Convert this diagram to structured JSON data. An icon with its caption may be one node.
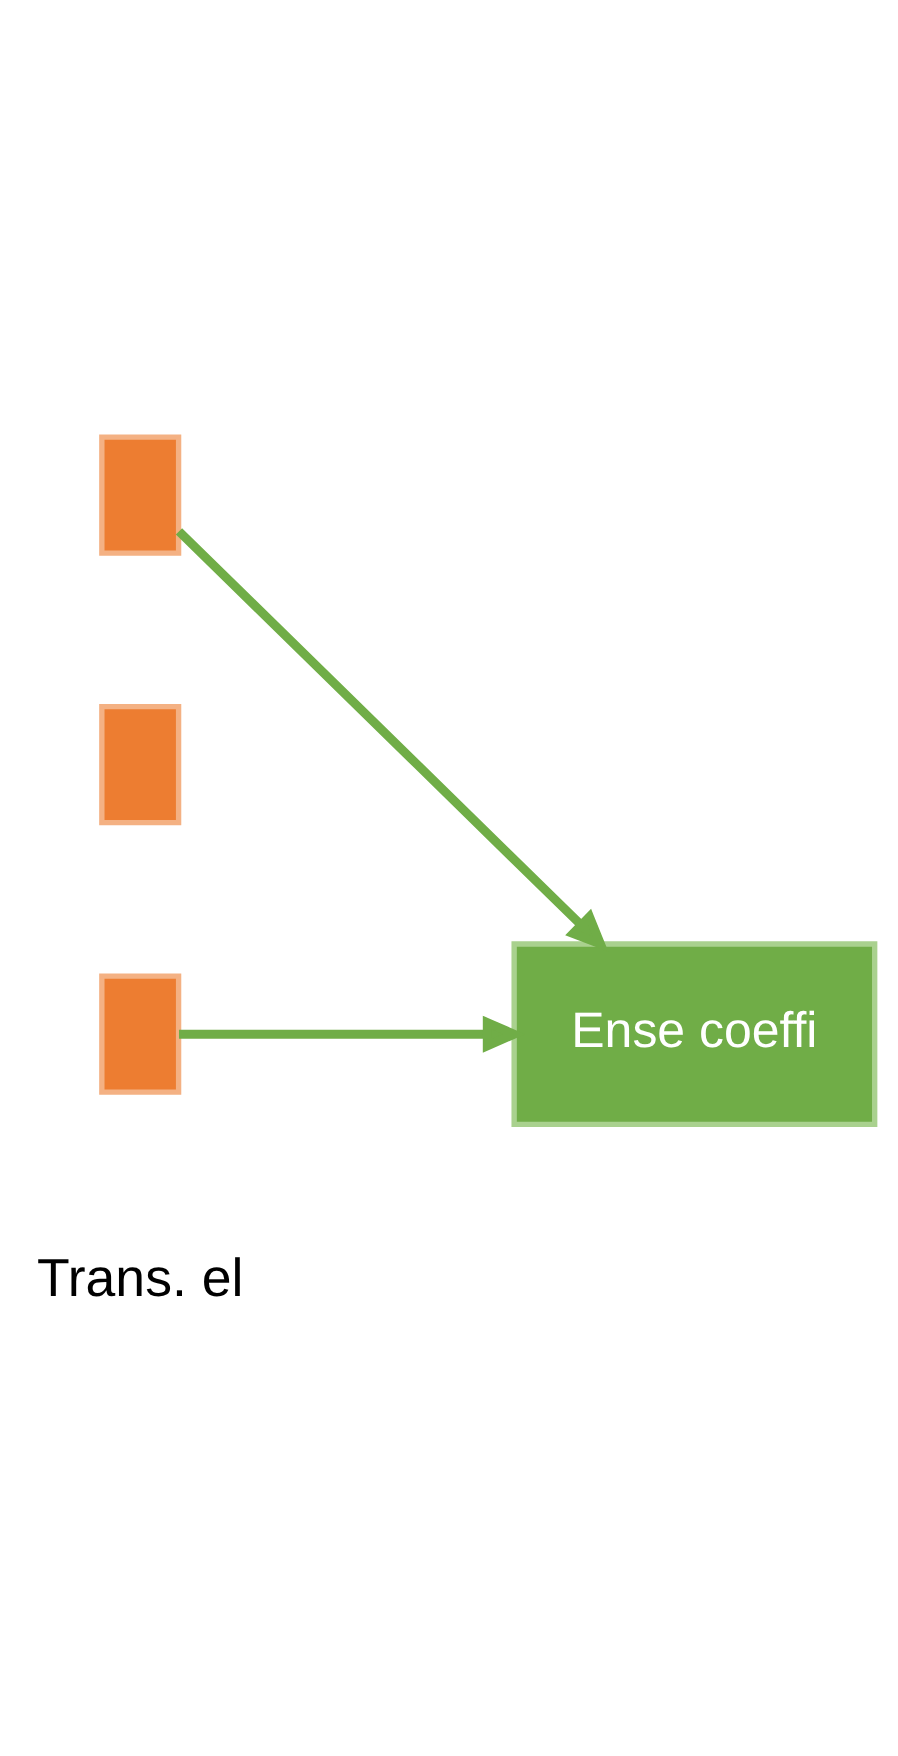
{
  "diagram": {
    "nodes": [
      {
        "text": [],
        "shape": "box"
      },
      {
        "text": [],
        "shape": "box"
      },
      {
        "text": [],
        "shape": "box"
      },
      {
        "text": [
          "Ense coeffi"
        ]
      }
    ],
    "edges": [
      {
        "from": 0,
        "to": 3,
        "arrow": "to"
      },
      {
        "from": 2,
        "to": 3,
        "arrow": "to"
      }
    ],
    "labels": [
      "Trans. el"
    ]
  }
}
